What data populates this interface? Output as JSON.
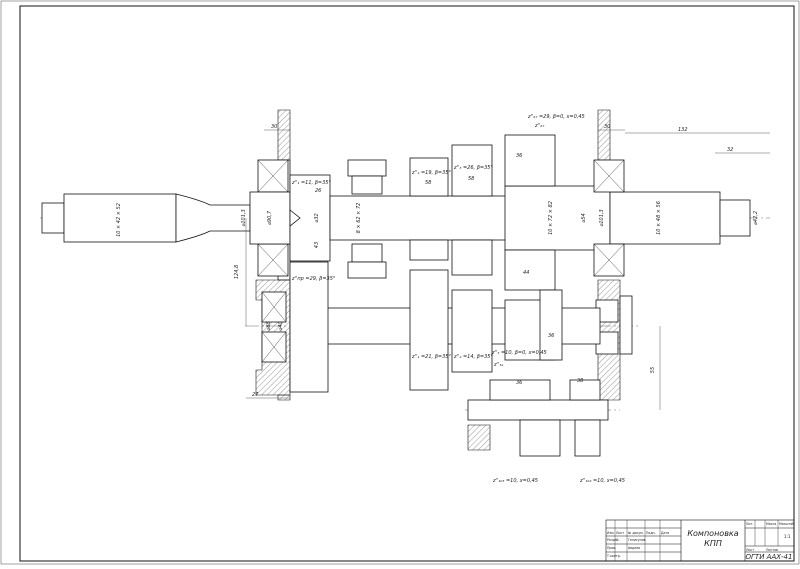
{
  "drawing": {
    "dimensions": {
      "left_wall_30": "30",
      "right_wall_30": "30",
      "length_132": "132",
      "length_32": "32",
      "dim_124_8": "124,8",
      "dim_27": "27",
      "dim_55": "55",
      "dim_26": "26",
      "dim_36_top": "36",
      "dim_36_mid": "36",
      "dim_36_low": "36",
      "dim_38": "38",
      "dim_58_a": "58",
      "dim_58_b": "58",
      "dim_44": "44"
    },
    "shaft_labels": {
      "input_spline": "10 × 42 × 52",
      "output_spline": "10 × 48 × 56",
      "mid_spline_1": "8 × 62 × 72",
      "mid_spline_2": "10 × 72 × 82",
      "d_101_3": "⌀101,3",
      "d_90_7": "⌀90,7",
      "d_32": "⌀32",
      "d_43": "43",
      "d_54": "⌀54",
      "d_101_3_r": "⌀101,3",
      "d_42_2": "⌀42,2",
      "d_88": "⌀88",
      "d_40": "⌀40"
    },
    "gear_labels": {
      "z_top": "z''₆₇ =29, β=0, x=0,45",
      "z_top_small": "z''₆₇",
      "z1": "z''₁ =11, β=35°",
      "z2": "z''₂ =19, β=35°",
      "z3": "z''₃ =26, β=35°",
      "z_pr1": "z''пр =29, β=35°",
      "z_pr2": "z''₁ =21, β=35°",
      "z_pr3": "z''₂ =14, β=35°",
      "z_pr4": "z''₃ =10, β=0, x=0,45",
      "z_pr5": "z''₃ₑ",
      "z_low1": "z''₁₀₃ =10, x=0,45",
      "z_low2": "z''₁₀₄ =10, x=0,45"
    },
    "title_block": {
      "title_line1": "Компоновка",
      "title_line2": "КПП",
      "code": "ОГТИ ААХ-41",
      "col_lit": "Лит.",
      "col_mass": "Масса",
      "col_scale": "Масштаб",
      "scale": "1:1",
      "sheet": "Лист",
      "sheets": "Листов",
      "izm": "Изм.",
      "list": "Лист",
      "ndoc": "№ докум.",
      "sign": "Подп.",
      "date": "Дата",
      "razrab": "Разраб.",
      "prov": "Пров.",
      "tkontr": "Т.контр.",
      "nkontr": "Н.контр.",
      "utv": "Утв.",
      "razrab_name": "Гелисунов",
      "prov_name": "Авдеев"
    }
  }
}
